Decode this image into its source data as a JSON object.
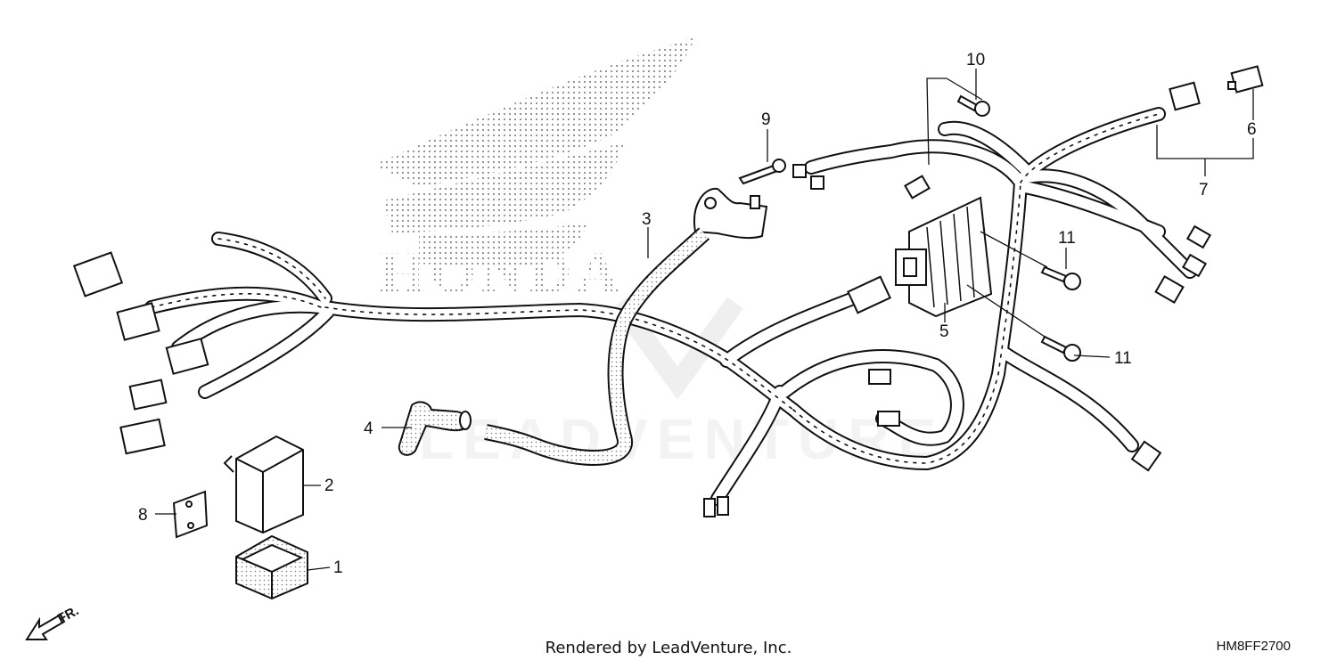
{
  "watermark": {
    "brand_text": "HONDA",
    "site_text": "LEADVENTURE"
  },
  "callouts": [
    {
      "id": "1",
      "label": "1"
    },
    {
      "id": "2",
      "label": "2"
    },
    {
      "id": "3",
      "label": "3"
    },
    {
      "id": "4",
      "label": "4"
    },
    {
      "id": "5",
      "label": "5"
    },
    {
      "id": "6",
      "label": "6"
    },
    {
      "id": "7",
      "label": "7"
    },
    {
      "id": "8",
      "label": "8"
    },
    {
      "id": "9",
      "label": "9"
    },
    {
      "id": "10",
      "label": "10"
    },
    {
      "id": "11a",
      "label": "11"
    },
    {
      "id": "11b",
      "label": "11"
    }
  ],
  "direction_label": "FR.",
  "footer": {
    "credit": "Rendered by LeadVenture, Inc.",
    "diagram_code": "HM8FF2700"
  }
}
